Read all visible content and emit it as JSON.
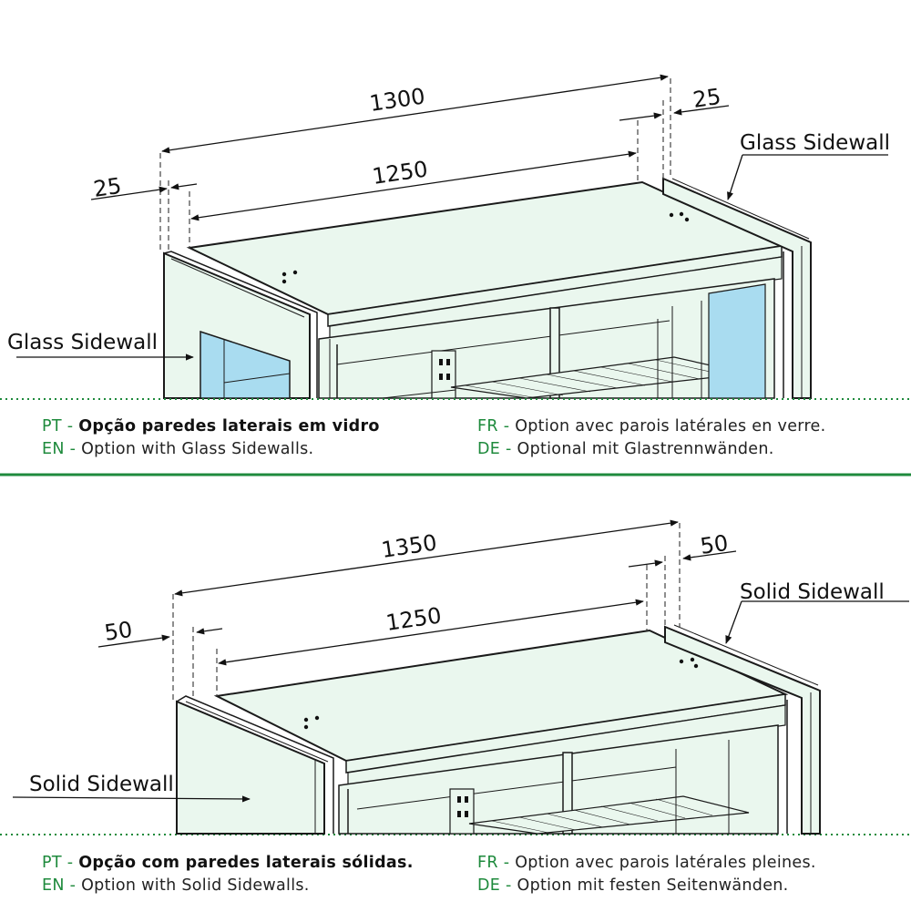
{
  "colors": {
    "accent_green": "#1e8a3c",
    "panel_fill": "#eaf7ee",
    "glass_blue": "#a9dcf0",
    "line": "#1a1a1a"
  },
  "top": {
    "dims": {
      "overall": "1300",
      "inner": "1250",
      "left_gap": "25",
      "right_gap": "25"
    },
    "labels": {
      "right": "Glass Sidewall",
      "left": "Glass Sidewall"
    },
    "caption": {
      "pt_code": "PT -",
      "pt_text": "Opção paredes laterais em vidro",
      "en_code": "EN -",
      "en_text": "Option with Glass Sidewalls.",
      "fr_code": "FR -",
      "fr_text": "Option avec parois latérales en verre.",
      "de_code": "DE -",
      "de_text": "Optional mit Glastrennwänden."
    }
  },
  "bottom": {
    "dims": {
      "overall": "1350",
      "inner": "1250",
      "left_gap": "50",
      "right_gap": "50"
    },
    "labels": {
      "right": "Solid Sidewall",
      "left": "Solid Sidewall"
    },
    "caption": {
      "pt_code": "PT -",
      "pt_text": "Opção com paredes laterais sólidas.",
      "en_code": "EN -",
      "en_text": "Option with Solid Sidewalls.",
      "fr_code": "FR -",
      "fr_text": "Option avec parois latérales pleines.",
      "de_code": "DE -",
      "de_text": "Option mit festen Seitenwänden."
    }
  }
}
